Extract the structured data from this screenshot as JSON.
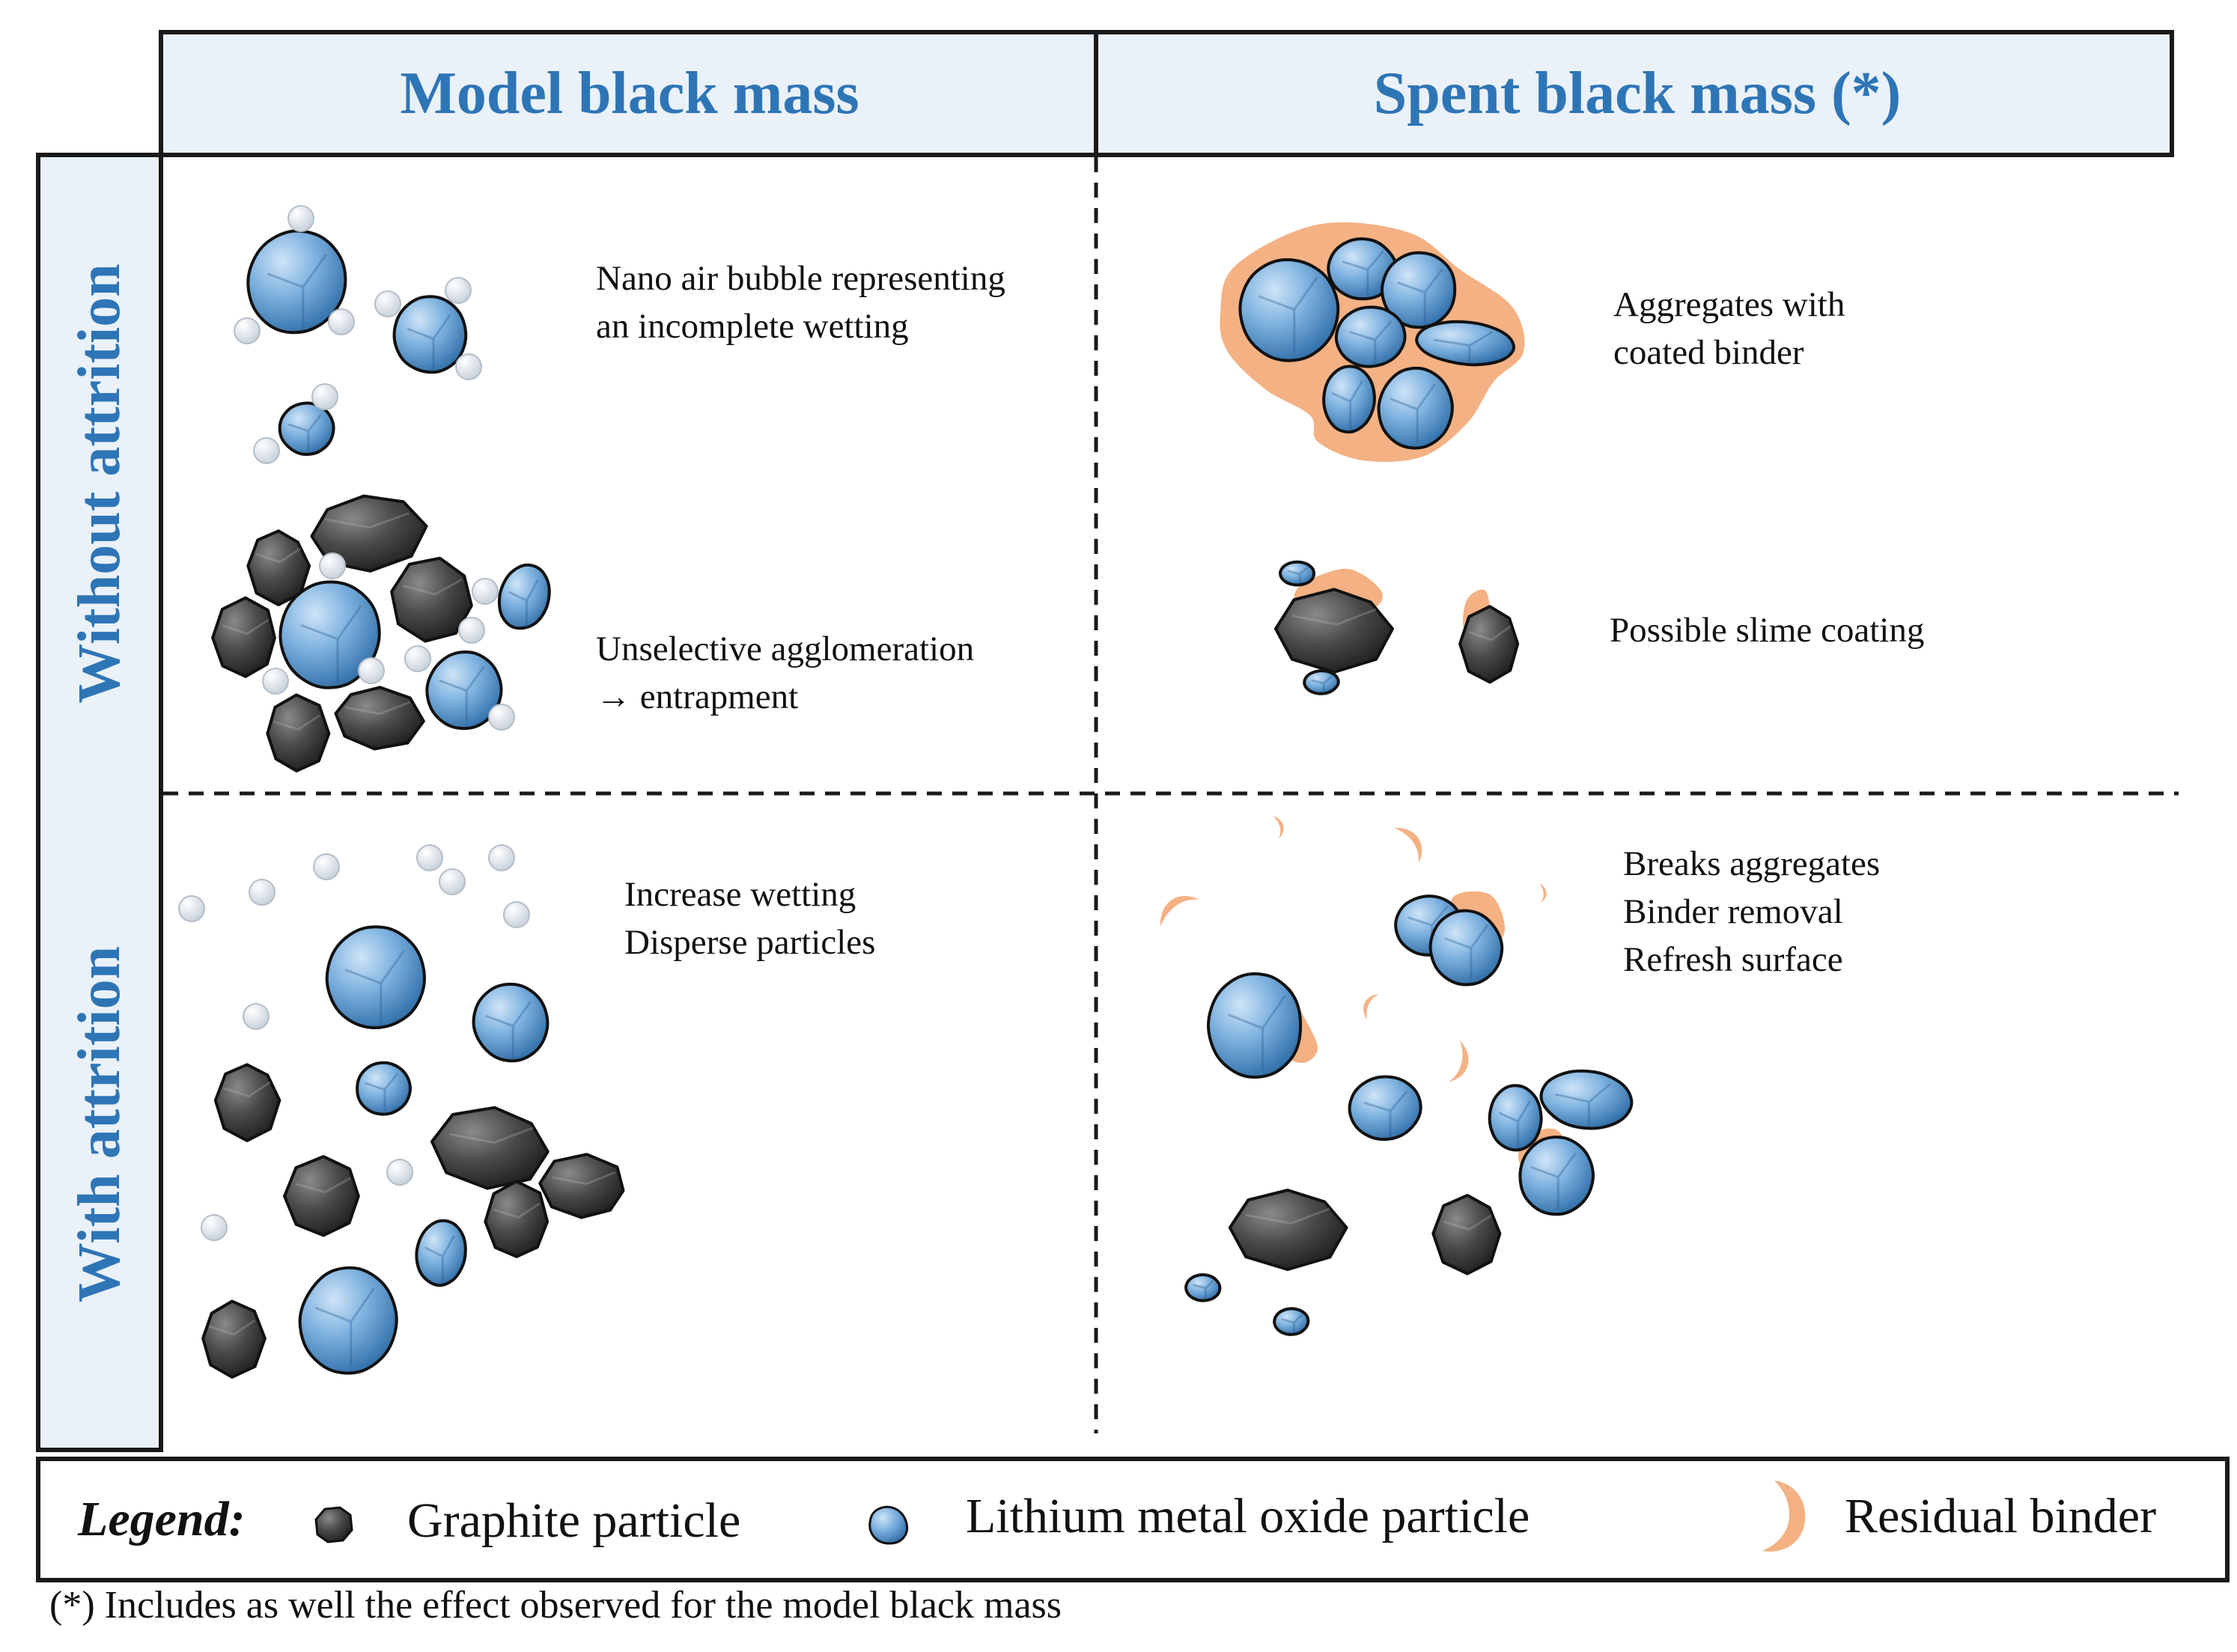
{
  "columns": {
    "model": "Model black mass",
    "spent": "Spent black mass (*)"
  },
  "rows": {
    "without": "Without attrition",
    "with": "With attrition"
  },
  "annotations": {
    "nano_bubble": [
      "Nano air bubble representing",
      "an incomplete wetting"
    ],
    "unselective": [
      "Unselective agglomeration",
      "→ entrapment"
    ],
    "aggregates": [
      "Aggregates with",
      "coated binder"
    ],
    "slime": [
      "Possible slime coating"
    ],
    "wetting": [
      "Increase wetting",
      "Disperse particles"
    ],
    "breaks": [
      "Breaks aggregates",
      "Binder removal",
      "Refresh surface"
    ]
  },
  "legend": {
    "title": "Legend:",
    "graphite": "Graphite particle",
    "lmo": "Lithium metal oxide particle",
    "binder": "Residual binder"
  },
  "footnote": "(*)  Includes as well the effect observed for the model black mass",
  "colors": {
    "header_fill": "#eaf1f8",
    "title_blue": "#2e75b6",
    "lmo_particle": "#5b9bd5",
    "graphite_particle": "#3a3a3a",
    "bubble": "#e3e9ef",
    "binder": "#f4b183"
  }
}
